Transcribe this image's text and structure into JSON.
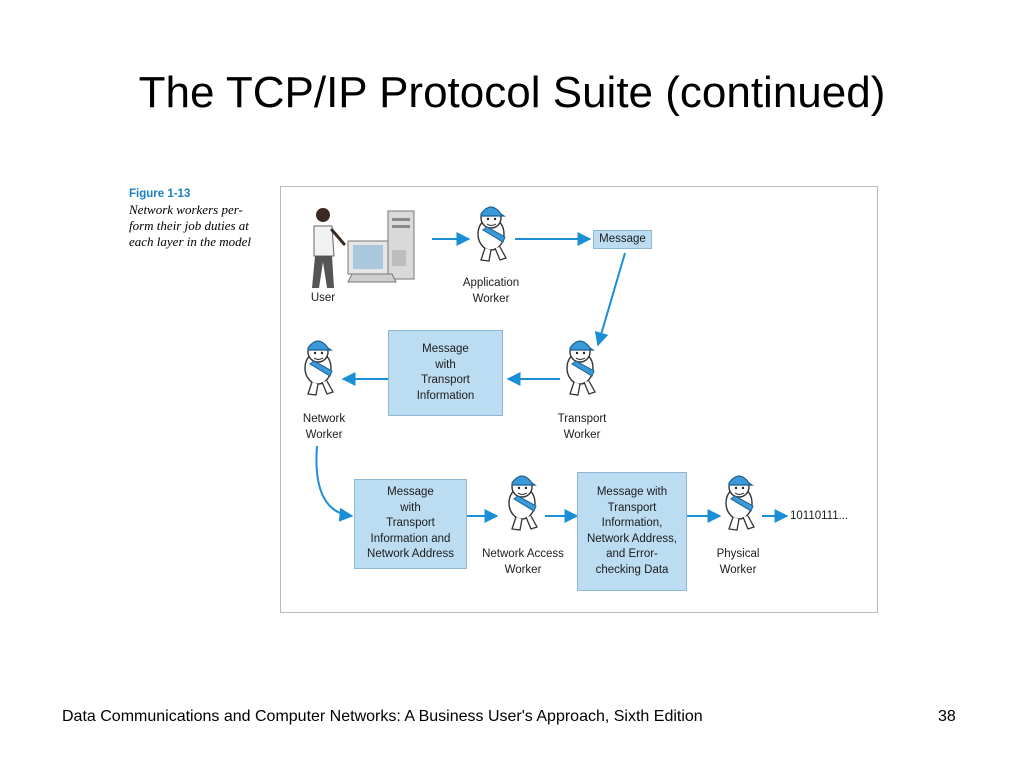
{
  "title": "The TCP/IP Protocol Suite (continued)",
  "figure": {
    "number": "Figure 1-13",
    "caption": "Network workers per-\nform their job duties at\neach layer in the model"
  },
  "labels": {
    "user": "User",
    "application_worker": "Application\nWorker",
    "transport_worker": "Transport\nWorker",
    "network_worker": "Network\nWorker",
    "network_access_worker": "Network Access\nWorker",
    "physical_worker": "Physical\nWorker"
  },
  "boxes": {
    "message": "Message",
    "transport_message": "Message\nwith\nTransport\nInformation",
    "network_message": "Message\nwith\nTransport\nInformation and\nNetwork Address",
    "access_message": "Message with\nTransport\nInformation,\nNetwork Address,\nand Error-\nchecking Data"
  },
  "bits": "10110111...",
  "colors": {
    "arrow": "#1b8fd6",
    "box_fill": "#bcdcf1",
    "caption_accent": "#1b7fc4"
  },
  "footer": {
    "text": "Data Communications and Computer Networks: A Business User's Approach, Sixth Edition",
    "page": "38"
  }
}
